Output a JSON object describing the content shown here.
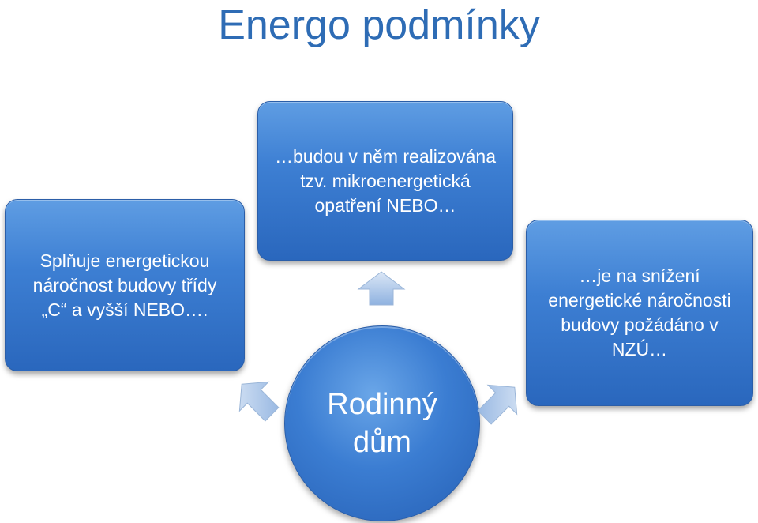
{
  "title": "Energo podmínky",
  "center": {
    "label": "Rodinný\ndům"
  },
  "boxes": {
    "left": "Splňuje energetickou\nnáročnost budovy třídy\n„C“ a vyšší NEBO….",
    "top": "…budou v něm realizována\ntzv. mikroenergetická\nopatření NEBO…",
    "right": "…je na snížení\nenergetické náročnosti\nbudovy požádáno v\nNZÚ…"
  },
  "colors": {
    "title": "#2e6cb5",
    "box_fill": "#3d7fd3",
    "arrow_fill": "#a8c4e8"
  },
  "icons": {
    "arrow_up": "arrow-up-icon",
    "arrow_upleft": "arrow-upleft-icon",
    "arrow_upright": "arrow-upright-icon"
  }
}
